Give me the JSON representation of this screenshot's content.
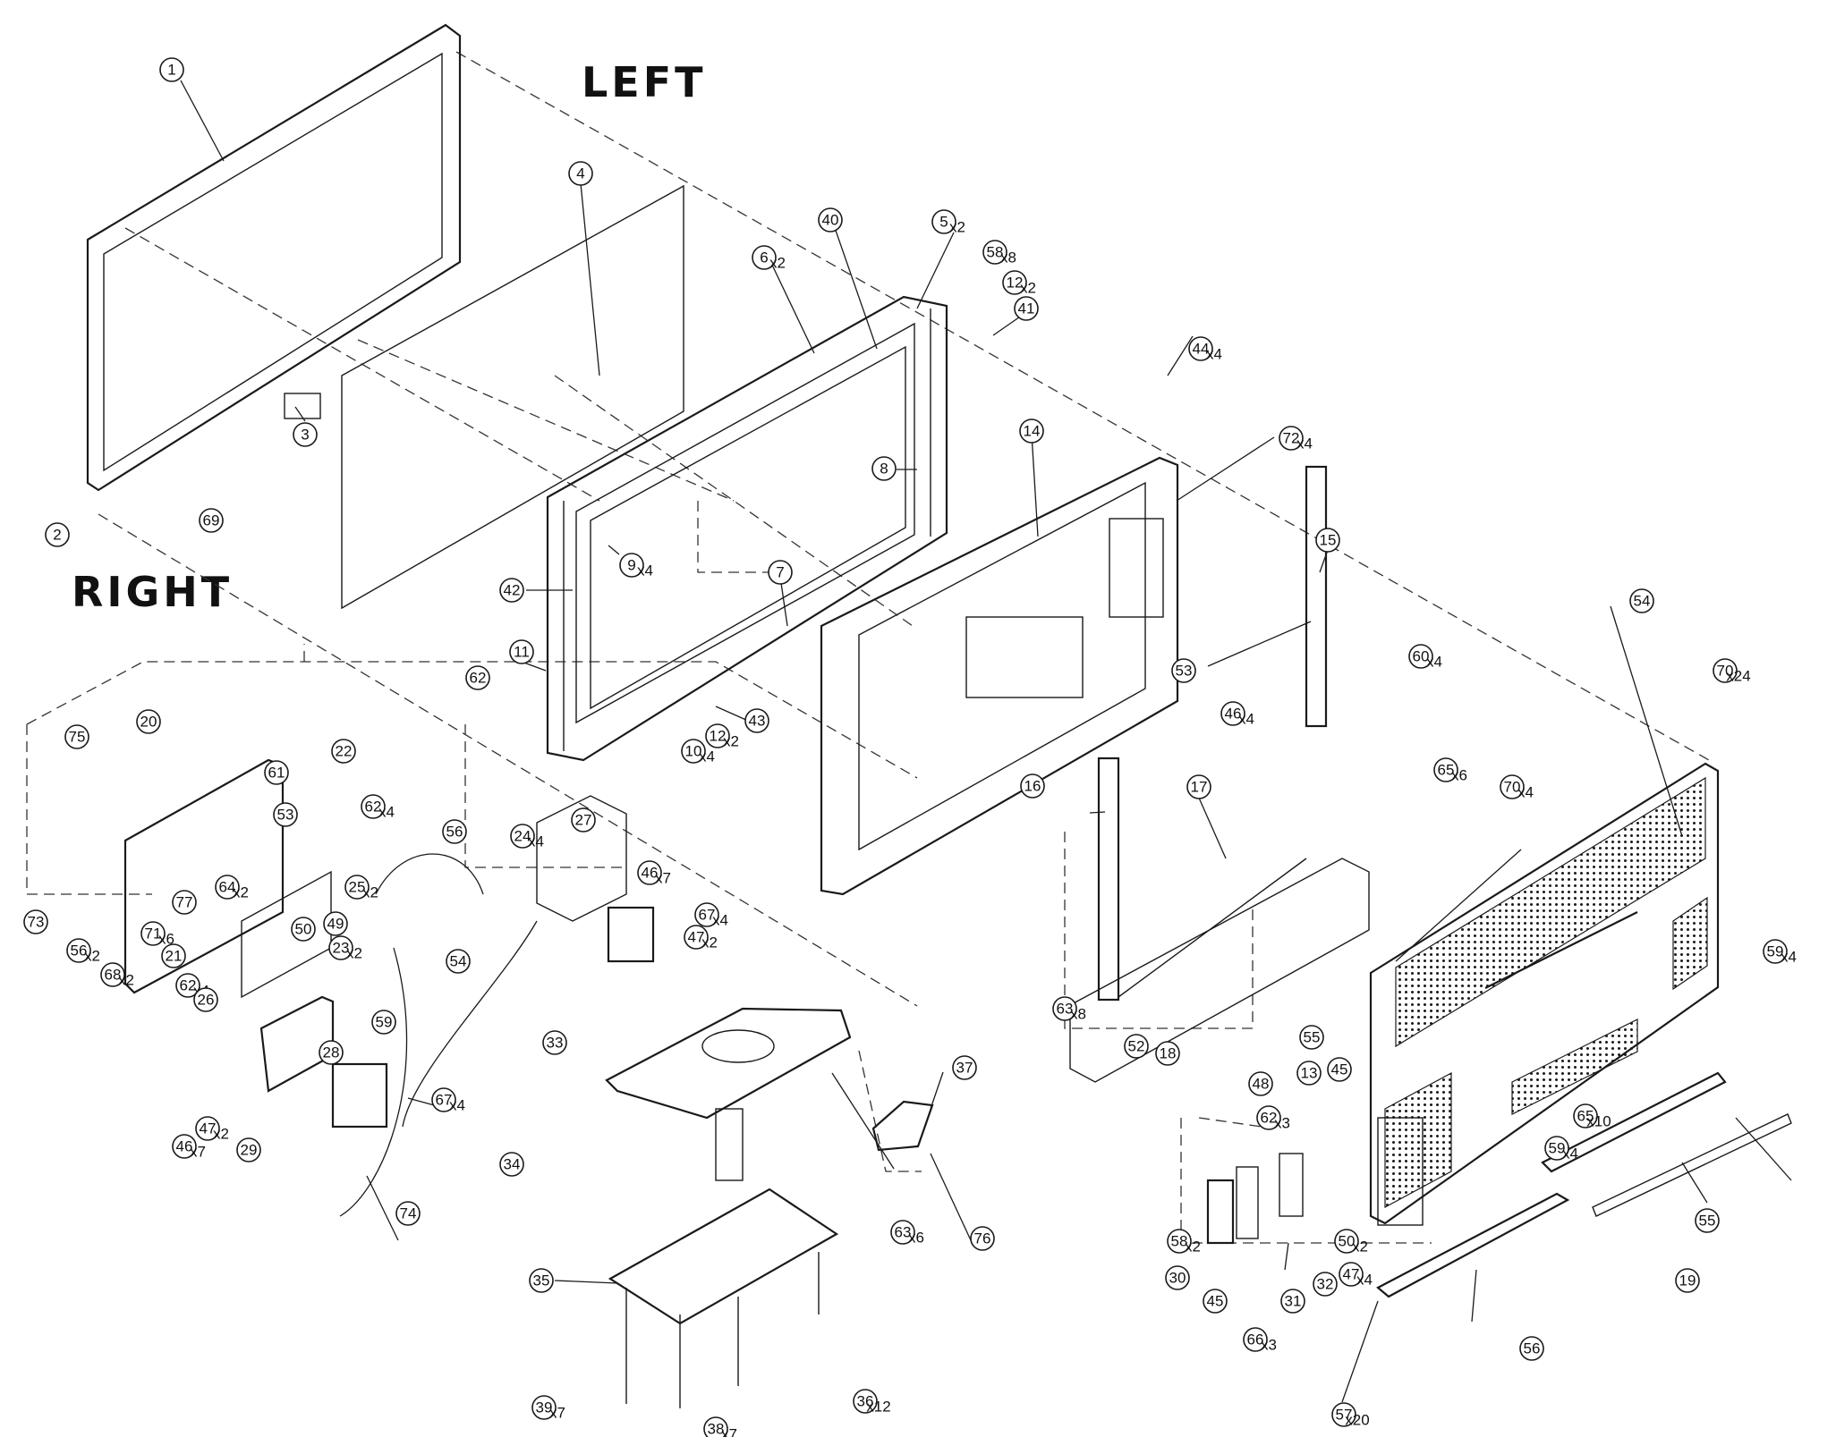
{
  "labels": {
    "left": "LEFT",
    "right": "RIGHT"
  },
  "callouts": [
    {
      "n": "1",
      "q": ""
    },
    {
      "n": "2",
      "q": ""
    },
    {
      "n": "3",
      "q": ""
    },
    {
      "n": "4",
      "q": ""
    },
    {
      "n": "69",
      "q": ""
    },
    {
      "n": "40",
      "q": ""
    },
    {
      "n": "6",
      "q": "x2"
    },
    {
      "n": "5",
      "q": "x2"
    },
    {
      "n": "58",
      "q": "x8"
    },
    {
      "n": "12",
      "q": "x2"
    },
    {
      "n": "41",
      "q": ""
    },
    {
      "n": "8",
      "q": ""
    },
    {
      "n": "9",
      "q": "x4"
    },
    {
      "n": "7",
      "q": ""
    },
    {
      "n": "42",
      "q": ""
    },
    {
      "n": "11",
      "q": ""
    },
    {
      "n": "62",
      "q": ""
    },
    {
      "n": "43",
      "q": ""
    },
    {
      "n": "10",
      "q": "x4"
    },
    {
      "n": "12",
      "q": "x2"
    },
    {
      "n": "44",
      "q": "x4"
    },
    {
      "n": "72",
      "q": "x4"
    },
    {
      "n": "14",
      "q": ""
    },
    {
      "n": "53",
      "q": ""
    },
    {
      "n": "15",
      "q": ""
    },
    {
      "n": "60",
      "q": "x4"
    },
    {
      "n": "46",
      "q": "x4"
    },
    {
      "n": "16",
      "q": ""
    },
    {
      "n": "17",
      "q": ""
    },
    {
      "n": "65",
      "q": "x6"
    },
    {
      "n": "70",
      "q": "x4"
    },
    {
      "n": "63",
      "q": "x8"
    },
    {
      "n": "52",
      "q": ""
    },
    {
      "n": "18",
      "q": ""
    },
    {
      "n": "54",
      "q": ""
    },
    {
      "n": "70",
      "q": "x24"
    },
    {
      "n": "59",
      "q": "x4"
    },
    {
      "n": "55",
      "q": ""
    },
    {
      "n": "45",
      "q": ""
    },
    {
      "n": "13",
      "q": ""
    },
    {
      "n": "48",
      "q": ""
    },
    {
      "n": "62",
      "q": "x3"
    },
    {
      "n": "65",
      "q": "x10"
    },
    {
      "n": "59",
      "q": "x4"
    },
    {
      "n": "55",
      "q": ""
    },
    {
      "n": "58",
      "q": "x2"
    },
    {
      "n": "30",
      "q": ""
    },
    {
      "n": "45",
      "q": ""
    },
    {
      "n": "31",
      "q": ""
    },
    {
      "n": "32",
      "q": ""
    },
    {
      "n": "50",
      "q": "x2"
    },
    {
      "n": "47",
      "q": "x4"
    },
    {
      "n": "66",
      "q": "x3"
    },
    {
      "n": "56",
      "q": ""
    },
    {
      "n": "57",
      "q": "x20"
    },
    {
      "n": "19",
      "q": ""
    },
    {
      "n": "75",
      "q": ""
    },
    {
      "n": "20",
      "q": ""
    },
    {
      "n": "61",
      "q": ""
    },
    {
      "n": "22",
      "q": ""
    },
    {
      "n": "62",
      "q": "x4"
    },
    {
      "n": "53",
      "q": ""
    },
    {
      "n": "73",
      "q": ""
    },
    {
      "n": "64",
      "q": "x2"
    },
    {
      "n": "56",
      "q": "x2"
    },
    {
      "n": "71",
      "q": "x6"
    },
    {
      "n": "77",
      "q": ""
    },
    {
      "n": "21",
      "q": ""
    },
    {
      "n": "68",
      "q": "x2"
    },
    {
      "n": "62",
      "q": "x4"
    },
    {
      "n": "26",
      "q": ""
    },
    {
      "n": "50",
      "q": ""
    },
    {
      "n": "25",
      "q": "x2"
    },
    {
      "n": "49",
      "q": ""
    },
    {
      "n": "23",
      "q": "x2"
    },
    {
      "n": "56",
      "q": ""
    },
    {
      "n": "24",
      "q": "x4"
    },
    {
      "n": "27",
      "q": ""
    },
    {
      "n": "46",
      "q": "x7"
    },
    {
      "n": "54",
      "q": ""
    },
    {
      "n": "67",
      "q": "x4"
    },
    {
      "n": "47",
      "q": "x2"
    },
    {
      "n": "59",
      "q": ""
    },
    {
      "n": "28",
      "q": ""
    },
    {
      "n": "67",
      "q": "x4"
    },
    {
      "n": "47",
      "q": "x2"
    },
    {
      "n": "46",
      "q": "x7"
    },
    {
      "n": "29",
      "q": ""
    },
    {
      "n": "74",
      "q": ""
    },
    {
      "n": "33",
      "q": ""
    },
    {
      "n": "37",
      "q": ""
    },
    {
      "n": "34",
      "q": ""
    },
    {
      "n": "63",
      "q": "x6"
    },
    {
      "n": "76",
      "q": ""
    },
    {
      "n": "35",
      "q": ""
    },
    {
      "n": "39",
      "q": "x7"
    },
    {
      "n": "38",
      "q": "x7"
    },
    {
      "n": "36",
      "q": "x12"
    }
  ]
}
